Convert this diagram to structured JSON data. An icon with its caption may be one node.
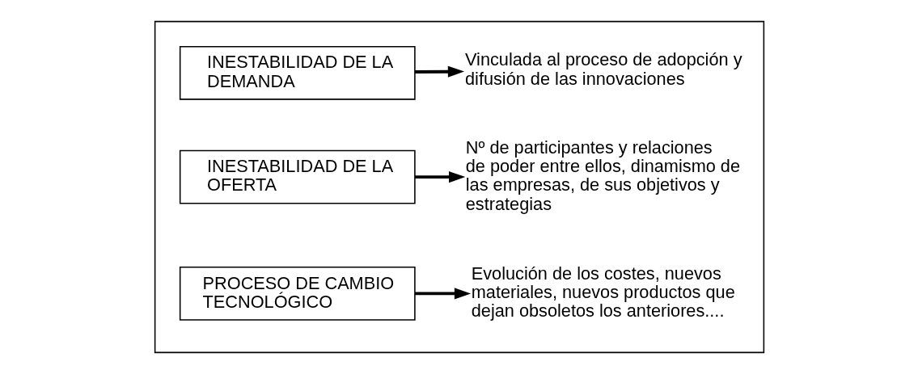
{
  "diagram": {
    "nodes": [
      {
        "text": [],
        "shape": "box"
      },
      {
        "text": [
          "INESTABILIDAD DE LA DEMANDA"
        ],
        "in": 0
      },
      {
        "text": [
          "Vinculada al proceso de adopción y difusión de las innovaciones"
        ],
        "in": 0
      },
      {
        "text": [
          "INESTABILIDAD DE LA OFERTA"
        ],
        "in": 0
      },
      {
        "text": [
          "Nº de participantes y relaciones de poder entre ellos, dinamismo de las empresas, de sus objetivos y estrategias"
        ],
        "in": 0
      },
      {
        "text": [
          "PROCESO DE CAMBIO TECNOLÓGICO"
        ],
        "in": 0
      },
      {
        "text": [
          "Evolución de los costes, nuevos materiales, nuevos productos que dejan obsoletos los anteriores...."
        ],
        "in": 0
      }
    ],
    "edges": [
      {
        "from": 1,
        "to": 2,
        "arrow": "to"
      },
      {
        "from": 3,
        "to": 4,
        "arrow": "to"
      },
      {
        "from": 5,
        "to": 6,
        "arrow": "to"
      }
    ]
  }
}
